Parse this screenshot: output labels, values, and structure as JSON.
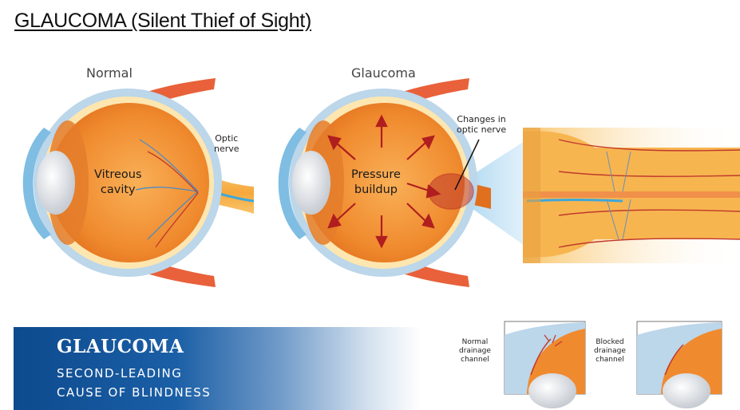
{
  "title": "GLAUCOMA (Silent Thief of Sight)",
  "normal_eye": {
    "heading": "Normal",
    "vitreous_line1": "Vitreous",
    "vitreous_line2": "cavity",
    "optic_line1": "Optic",
    "optic_line2": "nerve"
  },
  "glaucoma_eye": {
    "heading": "Glaucoma",
    "pressure_line1": "Pressure",
    "pressure_line2": "buildup",
    "changes_line1": "Changes in",
    "changes_line2": "optic nerve"
  },
  "banner": {
    "title": "GLAUCOMA",
    "line1": "SECOND-LEADING",
    "line2": "CAUSE OF BLINDNESS"
  },
  "drainage": {
    "normal_line1": "Normal",
    "normal_line2": "drainage",
    "normal_line3": "channel",
    "blocked_line1": "Blocked",
    "blocked_line2": "drainage",
    "blocked_line3": "channel"
  },
  "colors": {
    "eye_orange": "#f08a2e",
    "muscle": "#e8613a",
    "sclera_blue": "#bcd6ea",
    "banner_blue": "#0d4a8e",
    "arrow_red": "#b01e1e"
  }
}
